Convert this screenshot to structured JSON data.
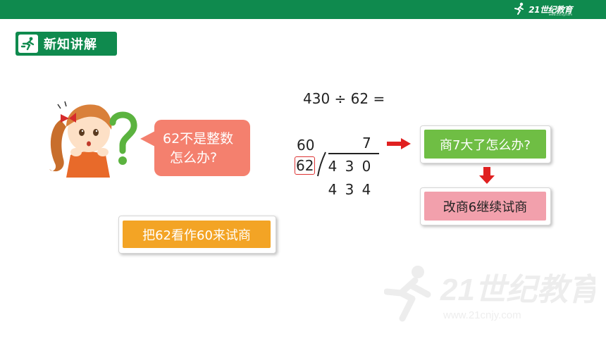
{
  "header": {
    "brand_text": "21世纪教育",
    "brand_sub": "www.21cnjy.com",
    "bar_color": "#0f8a4e"
  },
  "section": {
    "title": "新知讲解",
    "icon": "running-person-icon"
  },
  "girl": {
    "icon": "thinking-girl-illustration",
    "question_mark": "?"
  },
  "speech_bubble": {
    "line1": "62不是整数",
    "line2": "怎么办?",
    "color": "#f4806e"
  },
  "hint": {
    "label": "把62看作60来试商",
    "color": "#f3a425"
  },
  "equation": "430 ÷ 62 =",
  "division": {
    "estimate": "60",
    "quotient": "7",
    "divisor": "62",
    "dividend_digits": [
      "4",
      "3",
      "0"
    ],
    "product_digits": [
      "4",
      "3",
      "4"
    ]
  },
  "callouts": {
    "problem": "商7大了怎么办?",
    "solution": "改商6继续试商",
    "problem_color": "#6fbe44",
    "solution_color": "#f2a0ac",
    "arrow_color": "#e02020"
  },
  "watermark": {
    "brand": "21世纪教育",
    "url": "www.21cnjy.com"
  }
}
